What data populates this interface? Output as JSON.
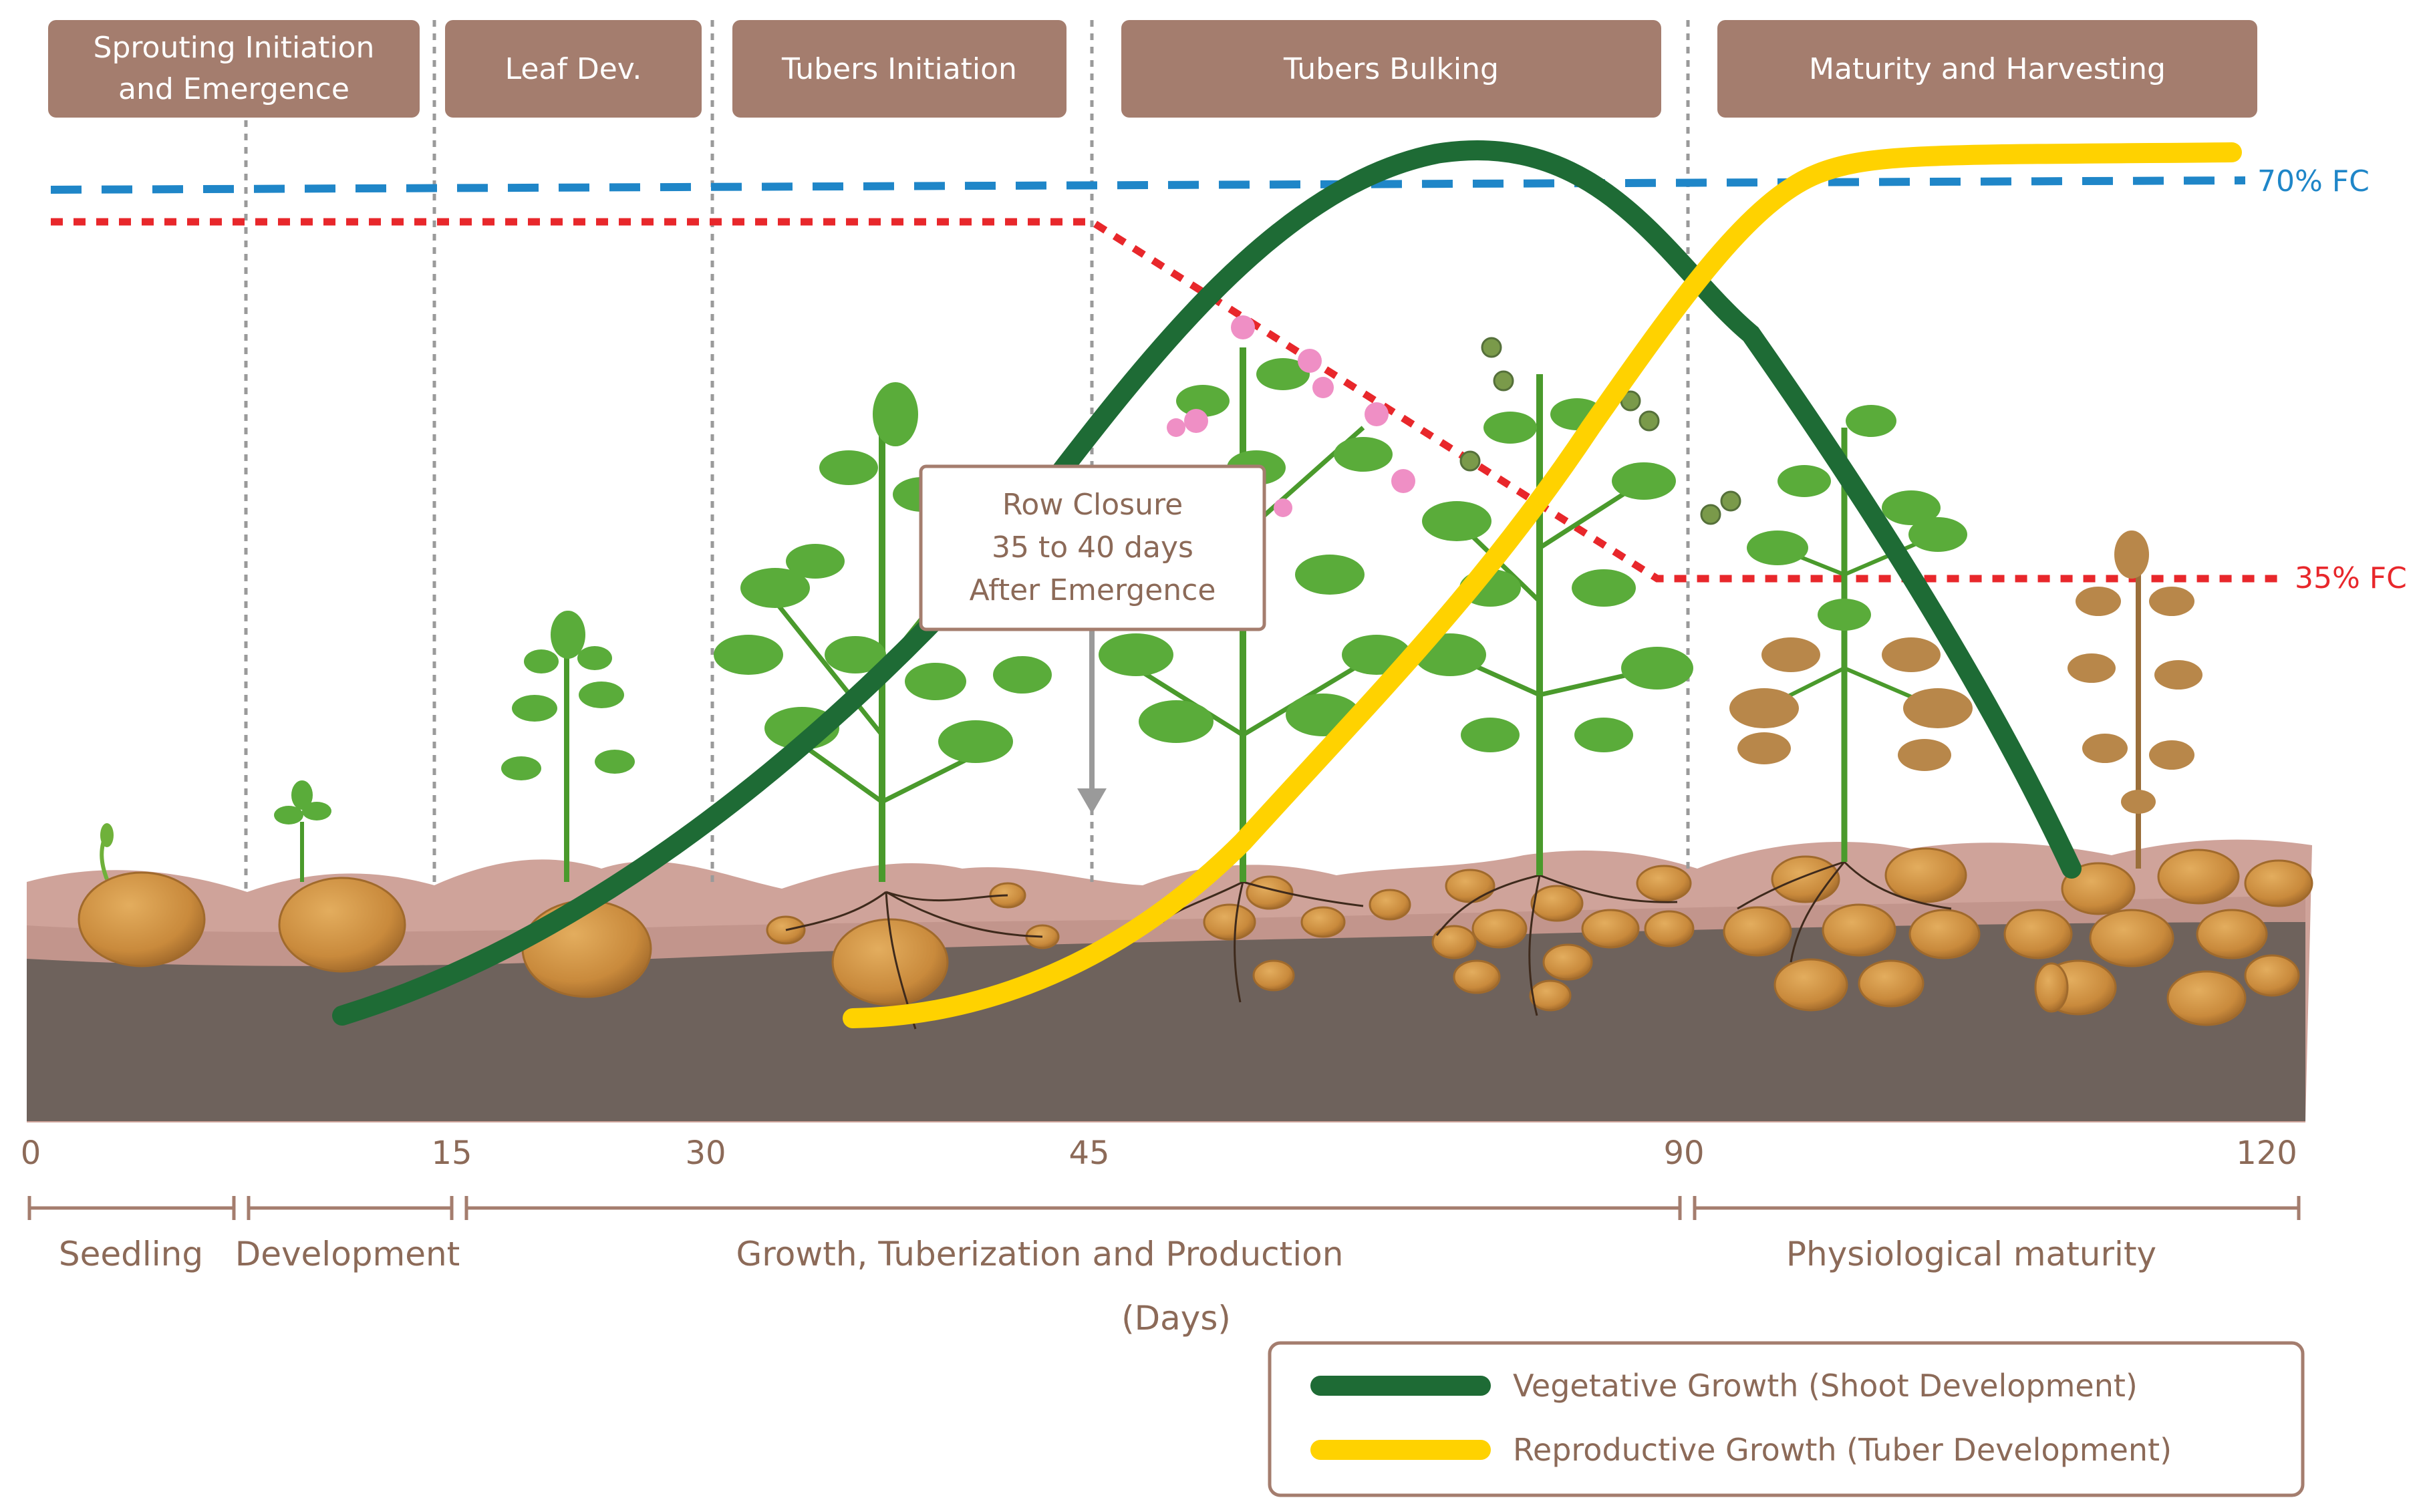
{
  "stages": [
    {
      "label_line1": "Sprouting Initiation",
      "label_line2": "and Emergence"
    },
    {
      "label_line1": "Leaf Dev.",
      "label_line2": ""
    },
    {
      "label_line1": "Tubers Initiation",
      "label_line2": ""
    },
    {
      "label_line1": "Tubers Bulking",
      "label_line2": ""
    },
    {
      "label_line1": "Maturity and Harvesting",
      "label_line2": ""
    }
  ],
  "fc_lines": {
    "fc70": {
      "label": "70% FC",
      "color": "#1f86c8"
    },
    "fc35": {
      "label": "35% FC",
      "color": "#e8272b"
    }
  },
  "row_closure": {
    "line1": "Row Closure",
    "line2": "35 to 40 days",
    "line3": "After Emergence"
  },
  "x_ticks": [
    "0",
    "15",
    "30",
    "45",
    "90",
    "120"
  ],
  "periods": [
    {
      "label": "Seedling"
    },
    {
      "label": "Development"
    },
    {
      "label": "Growth, Tuberization and Production"
    },
    {
      "label": "Physiological maturity"
    }
  ],
  "x_unit": "(Days)",
  "legend": [
    {
      "label": "Vegetative Growth (Shoot Development)",
      "color": "#1e6b35"
    },
    {
      "label": "Reproductive Growth (Tuber Development)",
      "color": "#ffd200"
    }
  ],
  "colors": {
    "stage_box": "#a47d6e",
    "soil_top": "#cfa39a",
    "soil_dark": "#6e625c",
    "tuber": "#c98a3c",
    "plant_green": "#5aac3a",
    "plant_dry": "#b8874a",
    "flower_pink": "#ef8fc5",
    "text_brown": "#8c6a58"
  },
  "icons": [
    "potato-tuber",
    "potato-plant",
    "flower",
    "berry"
  ]
}
